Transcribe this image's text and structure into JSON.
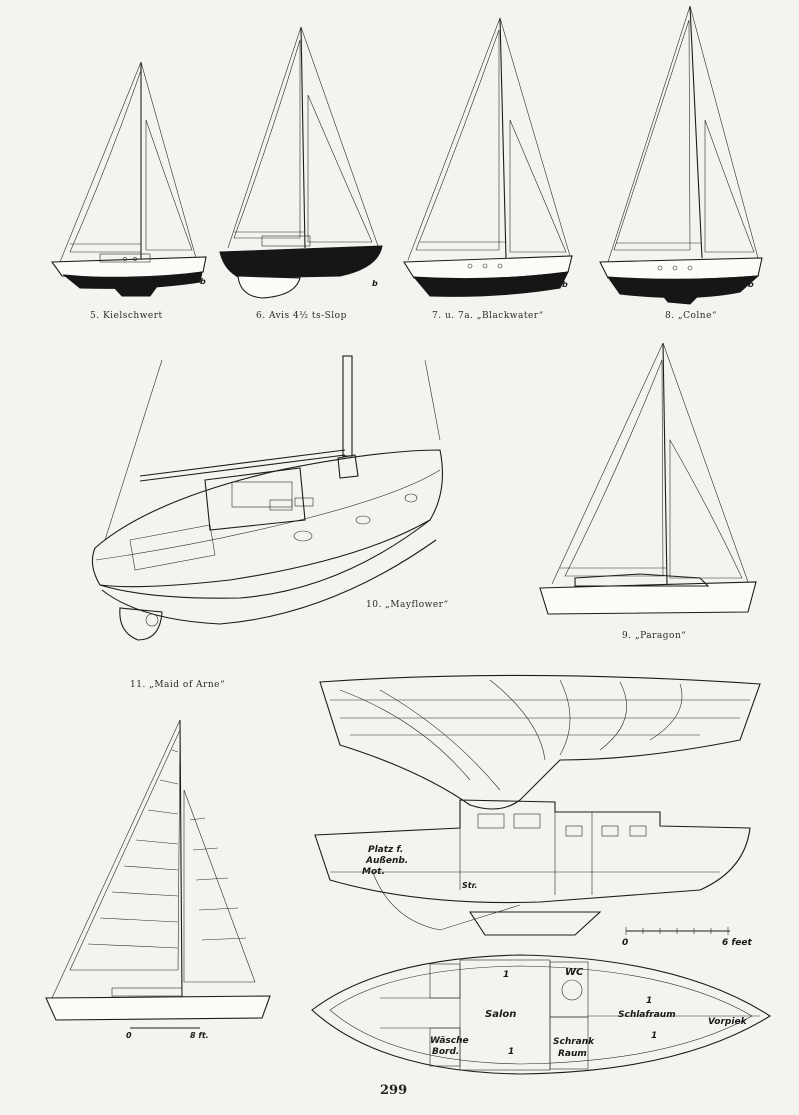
{
  "captions": {
    "fig5": "5. Kielschwert",
    "fig6": "6. Avis 4½ ts-Slop",
    "fig7": "7. u. 7a. „Blackwater“",
    "fig8": "8. „Colne“",
    "fig10": "10. „Mayflower“",
    "fig9": "9. „Paragon“",
    "fig11": "11. „Maid of Arne“"
  },
  "plan_labels": {
    "platz": "Platz f.",
    "aussenb": "Außenb.",
    "mot": "Mot.",
    "str": "Str.",
    "salon": "Salon",
    "wc": "WC",
    "schlafraum": "Schlafraum",
    "vorpiek": "Vorpiek",
    "waesche": "Wäsche",
    "bord": "Bord.",
    "schrank": "Schrank",
    "raum": "Raum",
    "one_a": "1",
    "one_b": "1",
    "one_c": "1",
    "one_d": "1"
  },
  "scales": {
    "large_zero": "0",
    "large_end": "6 feet",
    "small_zero": "0",
    "small_end": "8 ft."
  },
  "side_marks": {
    "b": "b",
    "b2": "b",
    "b3": "b",
    "b4": "b"
  },
  "page_number": "299"
}
